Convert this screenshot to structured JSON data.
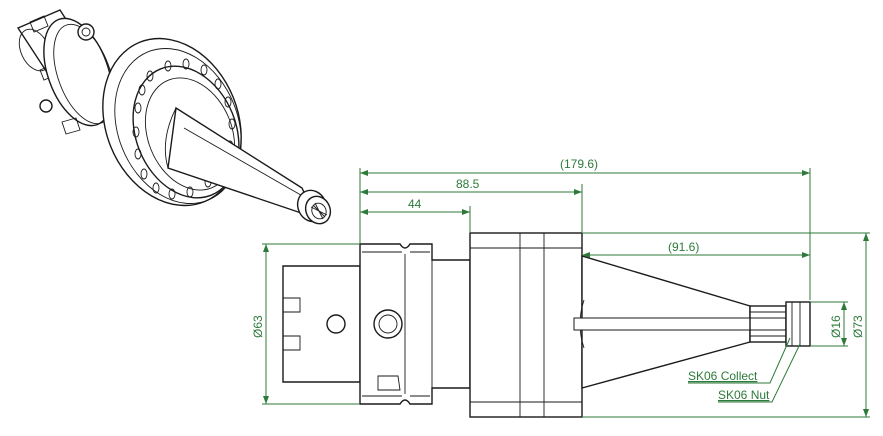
{
  "drawing": {
    "dimensions": {
      "overall_length": "(179.6)",
      "to_flange_face": "88.5",
      "taper_length": "44",
      "nose_length": "(91.6)",
      "taper_diameter": "Ø63",
      "nose_diameter": "Ø16",
      "flange_diameter": "Ø73"
    },
    "callouts": {
      "collect": "SK06 Collect",
      "nut": "SK06 Nut"
    },
    "colors": {
      "dimension": "#2d7a3a",
      "outline": "#1a1a1a",
      "background": "#ffffff"
    }
  }
}
